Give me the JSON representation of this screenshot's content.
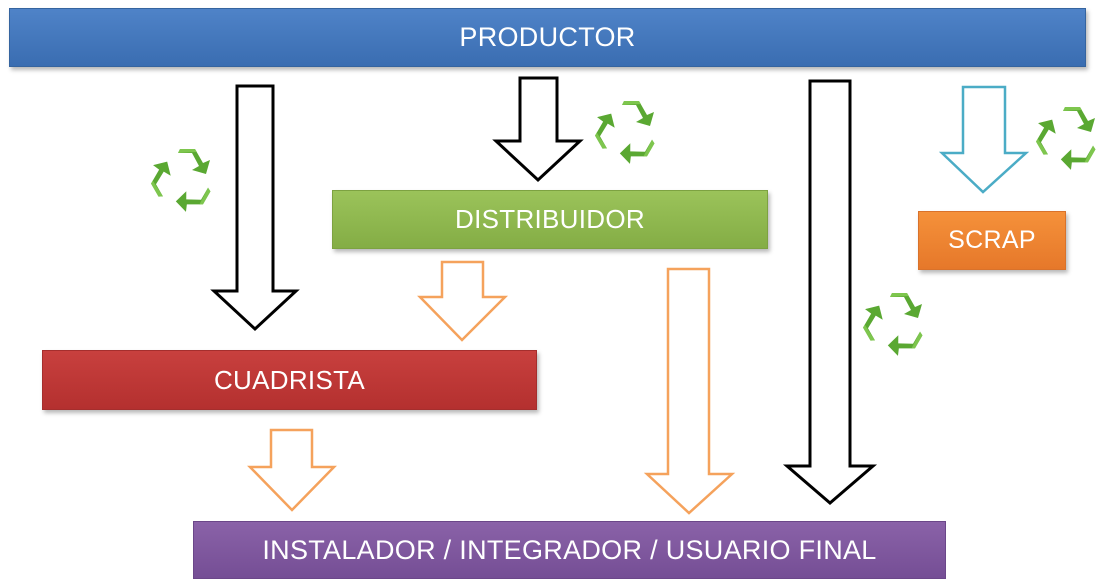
{
  "nodes": {
    "productor": "PRODUCTOR",
    "distribuidor": "DISTRIBUIDOR",
    "scrap": "SCRAP",
    "cuadrista": "CUADRISTA",
    "final": "INSTALADOR / INTEGRADOR / USUARIO FINAL"
  },
  "edges": [
    {
      "from": "PRODUCTOR",
      "to": "CUADRISTA",
      "style": "black-outline"
    },
    {
      "from": "PRODUCTOR",
      "to": "DISTRIBUIDOR",
      "style": "black-outline"
    },
    {
      "from": "PRODUCTOR",
      "to": "INSTALADOR / INTEGRADOR / USUARIO FINAL",
      "style": "black-outline"
    },
    {
      "from": "PRODUCTOR",
      "to": "SCRAP",
      "style": "blue-outline"
    },
    {
      "from": "DISTRIBUIDOR",
      "to": "CUADRISTA",
      "style": "orange-outline"
    },
    {
      "from": "DISTRIBUIDOR",
      "to": "INSTALADOR / INTEGRADOR / USUARIO FINAL",
      "style": "orange-outline"
    },
    {
      "from": "CUADRISTA",
      "to": "INSTALADOR / INTEGRADOR / USUARIO FINAL",
      "style": "orange-outline"
    }
  ],
  "icons": [
    "recycle-icon",
    "recycle-icon",
    "recycle-icon",
    "recycle-icon"
  ],
  "colors": {
    "productor": "#4677bd",
    "distribuidor": "#8fb84e",
    "scrap": "#ee8431",
    "cuadrista": "#be3936",
    "final": "#7f589e",
    "arrow_black": "#000000",
    "arrow_orange": "#f5a25c",
    "arrow_blue": "#4bacc6",
    "recycle_green": "#5aa832"
  }
}
